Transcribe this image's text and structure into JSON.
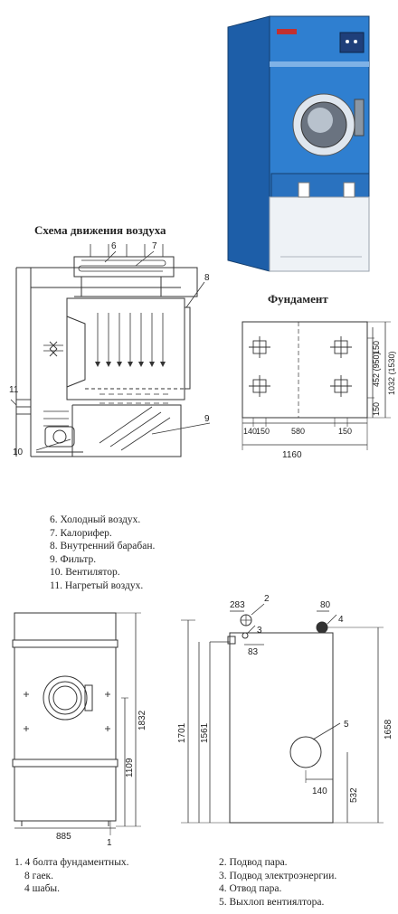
{
  "titles": {
    "air_scheme": "Схема движения воздуха",
    "foundation": "Фундамент"
  },
  "legend_air": [
    "6. Холодный воздух.",
    "7. Калорифер.",
    "8. Внутренний барабан.",
    "9. Фильтр.",
    "10. Вентилятор.",
    "11. Нагретый воздух."
  ],
  "legend_left": [
    "1. 4 болта фундаментных.",
    "8 гаек.",
    "4 шабы."
  ],
  "legend_right": [
    "2. Подвод пара.",
    "3. Подвод электроэнергии.",
    "4. Отвод пара.",
    "5. Выхлоп вентиялтора."
  ],
  "callouts": {
    "n6": "6",
    "n7": "7",
    "n8": "8",
    "n9": "9",
    "n10": "10",
    "n11": "11",
    "n1": "1",
    "n2": "2",
    "n3": "3",
    "n4": "4",
    "n5": "5"
  },
  "dims_foundation": {
    "d150a": "150",
    "d452": "452 (950)",
    "d150b": "150",
    "d1032": "1032 (1530)",
    "d140": "140",
    "d150c": "150",
    "d580": "580",
    "d150d": "150",
    "d1160": "1160"
  },
  "dims_front": {
    "w885": "885",
    "h1832": "1832",
    "h1109": "1109"
  },
  "dims_side": {
    "d283": "283",
    "d80": "80",
    "d83": "83",
    "h1701": "1701",
    "h1561": "1561",
    "h1658": "1658",
    "d140": "140",
    "h532": "532"
  },
  "colors": {
    "machine_blue": "#2f7fd0",
    "machine_dark": "#1d5ea8",
    "line": "#333333"
  }
}
